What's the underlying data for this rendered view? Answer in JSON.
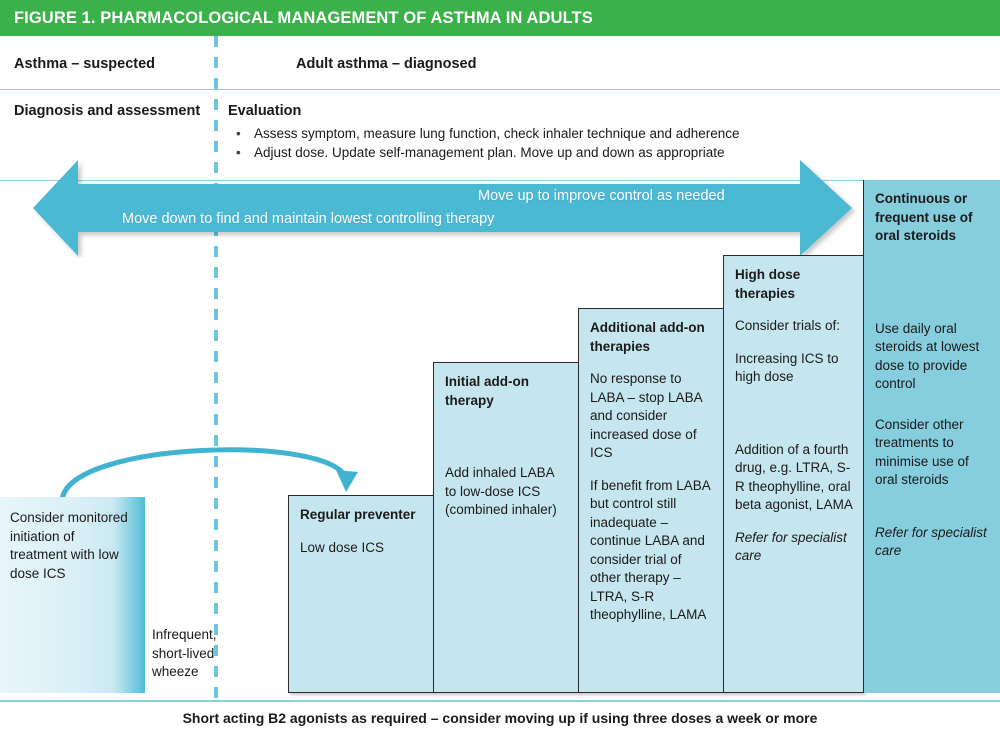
{
  "figure": {
    "title": "FIGURE 1. PHARMACOLOGICAL MANAGEMENT OF ASTHMA IN ADULTS",
    "title_bar_color": "#3bb14a",
    "accent_color": "#4cb8d4",
    "box_fill": "#c5e6ef",
    "oral_steroid_fill": "#86cede"
  },
  "header": {
    "left_column_label": "Asthma – suspected",
    "right_column_label": "Adult asthma – diagnosed",
    "left_sub_label": "Diagnosis and assessment",
    "right_sub_label": "Evaluation",
    "bullets": [
      "Assess symptom, measure lung function, check inhaler technique and adherence",
      "Adjust dose. Update self-management plan. Move up and down as appropriate"
    ]
  },
  "arrow_band": {
    "label_up": "Move up to improve control as needed",
    "label_down": "Move down to find and maintain lowest controlling therapy"
  },
  "suspected": {
    "consider_box": "Consider monitored initiation of treatment with low dose ICS",
    "wheeze_note": "Infrequent, short-lived wheeze"
  },
  "steps": [
    {
      "id": "regular-preventer",
      "title": "Regular preventer",
      "paragraphs": [
        "Low dose ICS"
      ],
      "italic": ""
    },
    {
      "id": "initial-add-on",
      "title": "Initial add-on therapy",
      "paragraphs": [
        "Add inhaled LABA to low-dose ICS (combined inhaler)"
      ],
      "italic": ""
    },
    {
      "id": "additional-add-on",
      "title": "Additional add-on therapies",
      "paragraphs": [
        "No response to LABA – stop LABA and consider increased dose of ICS",
        "If benefit from LABA but control still inadequate – continue LABA and consider trial of other therapy – LTRA, S-R theophylline, LAMA"
      ],
      "italic": ""
    },
    {
      "id": "high-dose-therapies",
      "title": "High dose therapies",
      "paragraphs": [
        "Consider trials of:",
        "Increasing ICS to high dose",
        "Addition of a fourth drug, e.g. LTRA, S-R theophylline, oral beta agonist, LAMA"
      ],
      "italic": "Refer for specialist care"
    },
    {
      "id": "continuous-oral-steroids",
      "title": "Continuous or frequent use of oral steroids",
      "paragraphs": [
        "Use daily oral steroids at lowest dose to provide control",
        "Consider other treatments to minimise use of oral steroids"
      ],
      "italic": "Refer for specialist care"
    }
  ],
  "footer": {
    "text": "Short acting B2 agonists as required – consider moving up if using three doses a week or more"
  }
}
